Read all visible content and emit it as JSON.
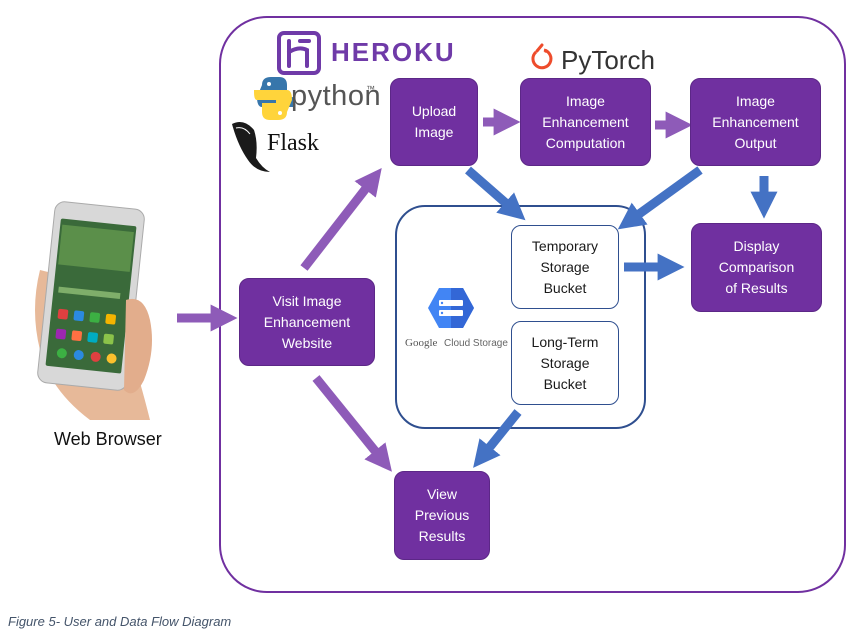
{
  "logos": {
    "heroku": "HEROKU",
    "python": "python",
    "python_tm": "™",
    "flask": "Flask",
    "pytorch": "PyTorch",
    "gcs_brand": "Google",
    "gcs_product": "Cloud Storage"
  },
  "nodes": {
    "upload": "Upload\nImage",
    "compute": "Image\nEnhancement\nComputation",
    "output": "Image\nEnhancement\nOutput",
    "visit": "Visit Image\nEnhancement\nWebsite",
    "temp": "Temporary\nStorage\nBucket",
    "longterm": "Long-Term\nStorage\nBucket",
    "display": "Display\nComparison\nof Results",
    "view": "View\nPrevious\nResults"
  },
  "device_label": "Web Browser",
  "caption": "Figure 5- User and Data Flow Diagram",
  "colors": {
    "purple": "#7030a0",
    "arrow_blue": "#4472c4",
    "heroku": "#6f3aa8",
    "pytorch": "#ee4c2c",
    "python_blue": "#3776ab",
    "python_yellow": "#ffd43b"
  }
}
